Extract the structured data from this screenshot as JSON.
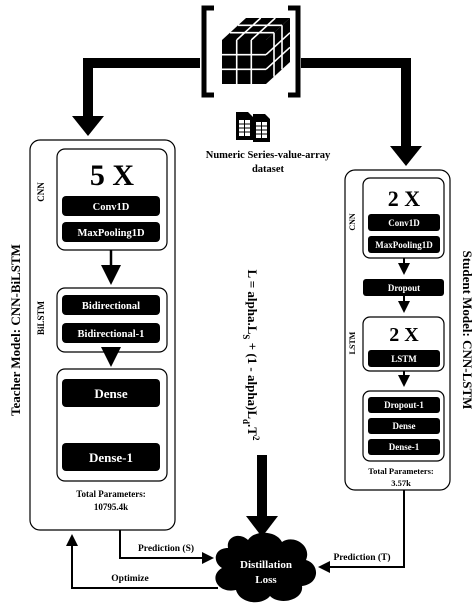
{
  "dataset": {
    "label_line1": "Numeric Series-value-array",
    "label_line2": "dataset"
  },
  "teacher": {
    "title": "Teacher Model: CNN-BiLSTM",
    "cnn_label": "CNN",
    "cnn_repeat": "5 X",
    "layers_cnn": [
      "Conv1D",
      "MaxPooling1D"
    ],
    "bilstm_label": "BiLSTM",
    "layers_bilstm": [
      "Bidirectional",
      "Bidirectional-1"
    ],
    "layers_dense": [
      "Dense",
      "Dense-1"
    ],
    "params_line1": "Total Parameters:",
    "params_line2": "10795.4k"
  },
  "student": {
    "title": "Student Model: CNN-LSTM",
    "cnn_label": "CNN",
    "cnn_repeat": "2 X",
    "layers_cnn": [
      "Conv1D",
      "MaxPooling1D"
    ],
    "dropout": "Dropout",
    "lstm_label": "LSTM",
    "lstm_repeat": "2 X",
    "lstm_layer": "LSTM",
    "layers_dense": [
      "Dropout-1",
      "Dense",
      "Dense-1"
    ],
    "params_line1": "Total Parameters:",
    "params_line2": "3.57k"
  },
  "loss_formula": {
    "part1": "L = alpha.L",
    "sub_s": "S",
    "part2": " + (1 - alpha)L",
    "sub_d": "d",
    "part3": ".T",
    "sup": "2"
  },
  "distillation": {
    "line1": "Distillation",
    "line2": "Loss"
  },
  "edges": {
    "prediction_s": "Prediction (S)",
    "prediction_t": "Prediction (T)",
    "optimize": "Optimize"
  }
}
